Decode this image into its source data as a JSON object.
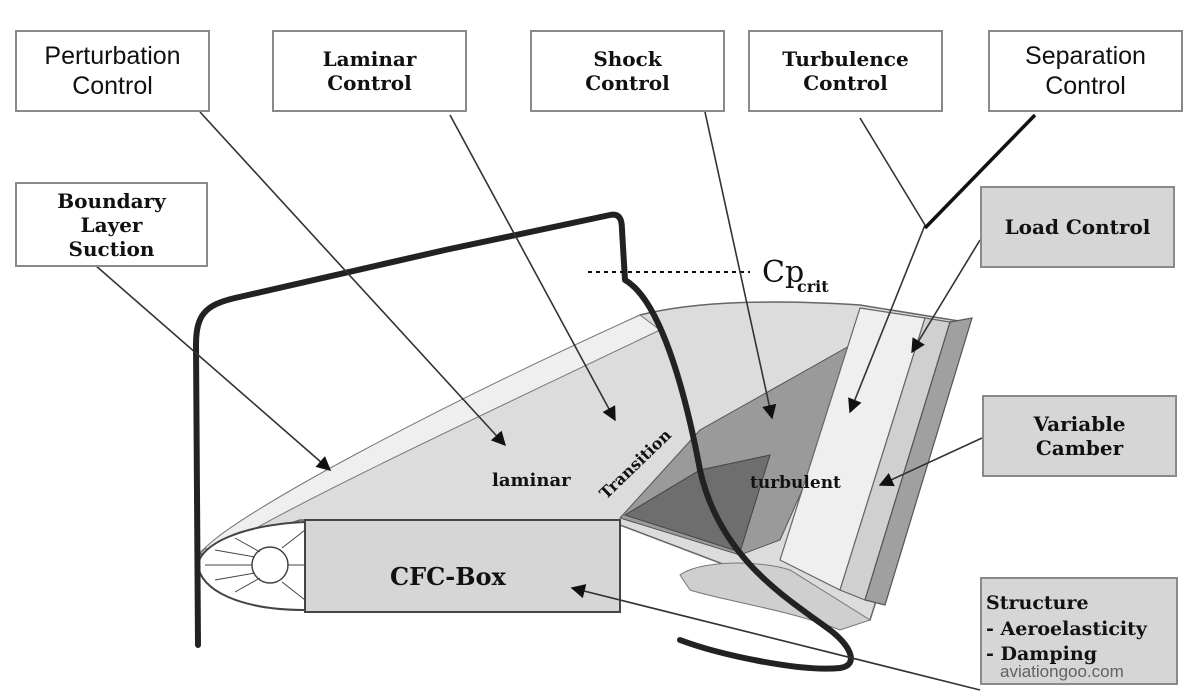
{
  "labels": {
    "perturbation": "Perturbation\nControl",
    "laminar_control": "Laminar\nControl",
    "shock": "Shock\nControl",
    "turbulence": "Turbulence\nControl",
    "separation": "Separation\nControl",
    "boundary": "Boundary\nLayer\nSuction",
    "load": "Load Control",
    "camber": "Variable\nCamber",
    "structure_title": "Structure",
    "structure_item1": "- Aeroelasticity",
    "structure_item2": "- Damping"
  },
  "wing_text": {
    "laminar": "laminar",
    "transition": "Transition",
    "turbulent": "turbulent",
    "box": "CFC-Box",
    "cp": "Cp",
    "cp_sub": "crit"
  },
  "watermark": "aviationgoo.com"
}
